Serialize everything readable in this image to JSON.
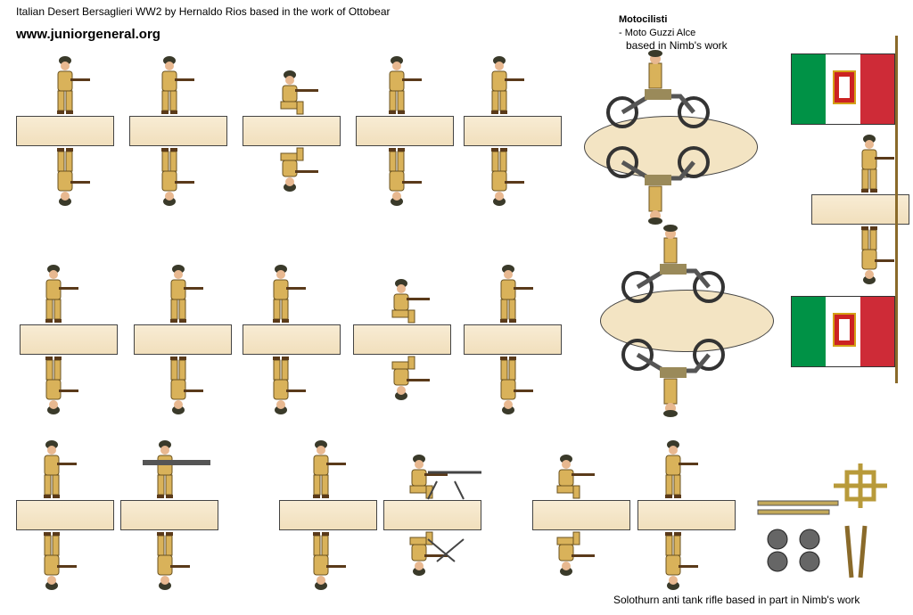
{
  "header": {
    "title": "Italian Desert Bersaglieri  WW2 by Hernaldo Rios based in the work of Ottobear",
    "url": "www.juniorgeneral.org"
  },
  "motorcycle_note": {
    "title": "Motocilisti",
    "model": "- Moto Guzzi Alce",
    "credit": "based in Nimb's work"
  },
  "footer": {
    "credit": "Solothurn anti tank rifle based in part in Nimb's work"
  },
  "colors": {
    "khaki": "#d9b25a",
    "skin": "#e8b890",
    "base_fill": "#f4e6c8",
    "flag_green": "#009246",
    "flag_white": "#ffffff",
    "flag_red": "#ce2b37",
    "white_trousers": "#ffffff",
    "fez_red": "#d01010"
  },
  "icons": [
    "soldier-figure-icon",
    "motorcycle-icon",
    "flag-icon",
    "wheel-icon",
    "anti-tank-rifle-icon"
  ]
}
